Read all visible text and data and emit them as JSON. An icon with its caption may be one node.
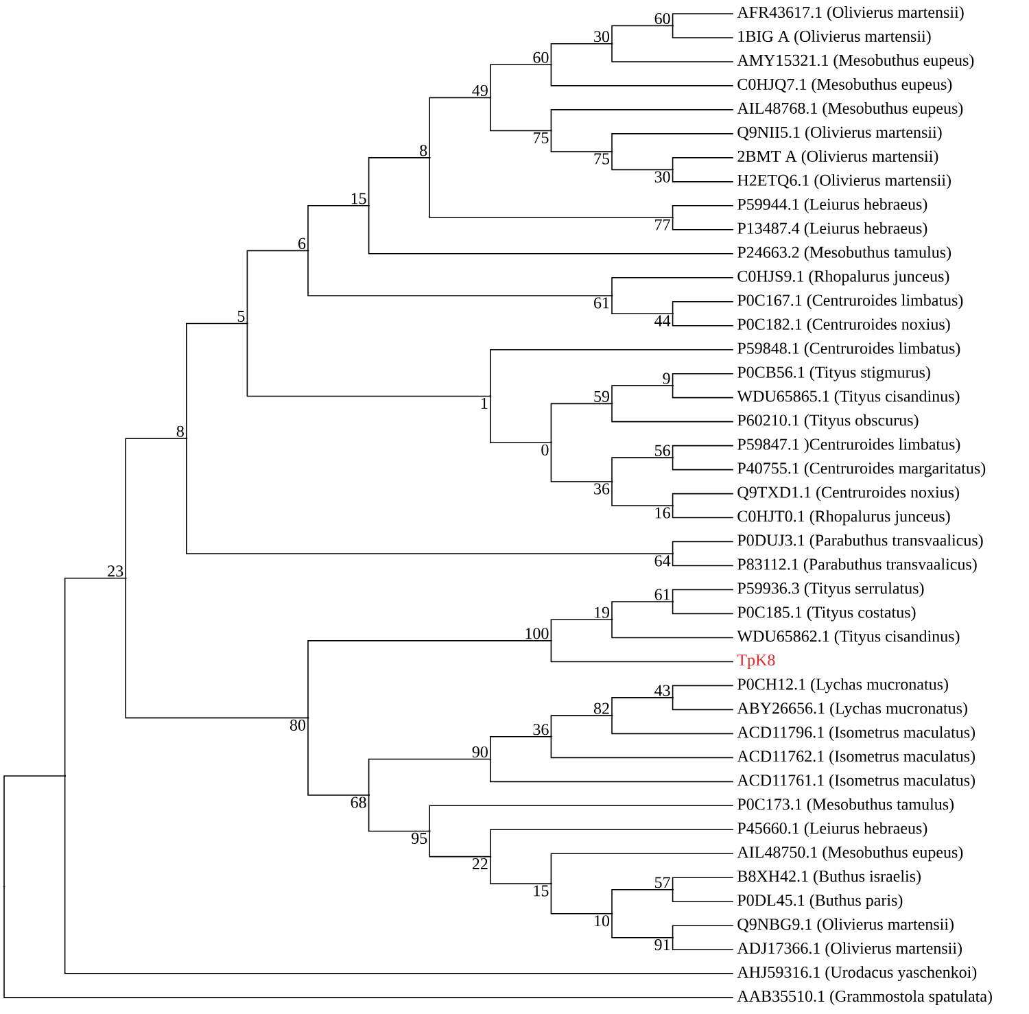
{
  "diagram": {
    "nodes": [
      {
        "text": [],
        "shape": "point"
      },
      {
        "text": [],
        "shape": "point"
      },
      {
        "text": [],
        "shape": "point",
        "beside": [
          "23"
        ]
      },
      {
        "text": [],
        "shape": "point",
        "beside": [
          "8"
        ]
      },
      {
        "text": [],
        "shape": "point",
        "beside": [
          "5"
        ]
      },
      {
        "text": [],
        "shape": "point",
        "beside": [
          "6"
        ]
      },
      {
        "text": [],
        "shape": "point",
        "beside": [
          "15"
        ]
      },
      {
        "text": [],
        "shape": "point",
        "beside": [
          "8"
        ]
      },
      {
        "text": [],
        "shape": "point",
        "beside": [
          "49"
        ]
      },
      {
        "text": [],
        "shape": "point",
        "beside": [
          "60"
        ]
      },
      {
        "text": [],
        "shape": "point",
        "beside": [
          "30"
        ]
      },
      {
        "text": [],
        "shape": "point",
        "beside": [
          "60"
        ]
      },
      {
        "text": [
          "AFR43617.1 (Olivierus martensii)"
        ]
      },
      {
        "text": [
          "1BIG A (Olivierus martensii)"
        ]
      },
      {
        "text": [
          "AMY15321.1 (Mesobuthus eupeus)"
        ]
      },
      {
        "text": [
          "C0HJQ7.1 (Mesobuthus eupeus)"
        ]
      },
      {
        "text": [],
        "shape": "point",
        "beside": [
          "75"
        ]
      },
      {
        "text": [
          "AIL48768.1 (Mesobuthus eupeus)"
        ]
      },
      {
        "text": [],
        "shape": "point",
        "beside": [
          "75"
        ]
      },
      {
        "text": [
          "Q9NII5.1 (Olivierus martensii)"
        ]
      },
      {
        "text": [],
        "shape": "point",
        "beside": [
          "30"
        ]
      },
      {
        "text": [
          "2BMT A (Olivierus martensii)"
        ]
      },
      {
        "text": [
          "H2ETQ6.1 (Olivierus martensii)"
        ]
      },
      {
        "text": [],
        "shape": "point",
        "beside": [
          "77"
        ]
      },
      {
        "text": [
          "P59944.1 (Leiurus hebraeus)"
        ]
      },
      {
        "text": [
          "P13487.4 (Leiurus hebraeus)"
        ]
      },
      {
        "text": [
          "P24663.2 (Mesobuthus tamulus)"
        ]
      },
      {
        "text": [],
        "shape": "point",
        "beside": [
          "61"
        ]
      },
      {
        "text": [
          "C0HJS9.1 (Rhopalurus junceus)"
        ]
      },
      {
        "text": [],
        "shape": "point",
        "beside": [
          "44"
        ]
      },
      {
        "text": [
          "P0C167.1 (Centruroides limbatus)"
        ]
      },
      {
        "text": [
          "P0C182.1 (Centruroides noxius)"
        ]
      },
      {
        "text": [],
        "shape": "point",
        "beside": [
          "1"
        ]
      },
      {
        "text": [
          "P59848.1 (Centruroides limbatus)"
        ]
      },
      {
        "text": [],
        "shape": "point",
        "beside": [
          "0"
        ]
      },
      {
        "text": [],
        "shape": "point",
        "beside": [
          "59"
        ]
      },
      {
        "text": [],
        "shape": "point",
        "beside": [
          "9"
        ]
      },
      {
        "text": [
          "P0CB56.1 (Tityus stigmurus)"
        ]
      },
      {
        "text": [
          "WDU65865.1 (Tityus cisandinus)"
        ]
      },
      {
        "text": [
          "P60210.1 (Tityus obscurus)"
        ]
      },
      {
        "text": [],
        "shape": "point",
        "beside": [
          "36"
        ]
      },
      {
        "text": [],
        "shape": "point",
        "beside": [
          "56"
        ]
      },
      {
        "text": [
          "P59847.1 )Centruroides limbatus)"
        ]
      },
      {
        "text": [
          "P40755.1 (Centruroides margaritatus)"
        ]
      },
      {
        "text": [],
        "shape": "point",
        "beside": [
          "16"
        ]
      },
      {
        "text": [
          "Q9TXD1.1 (Centruroides noxius)"
        ]
      },
      {
        "text": [
          "C0HJT0.1 (Rhopalurus junceus)"
        ]
      },
      {
        "text": [],
        "shape": "point",
        "beside": [
          "64"
        ]
      },
      {
        "text": [
          "P0DUJ3.1 (Parabuthus transvaalicus)"
        ]
      },
      {
        "text": [
          "P83112.1 (Parabuthus transvaalicus)"
        ]
      },
      {
        "text": [],
        "shape": "point",
        "beside": [
          "80"
        ]
      },
      {
        "text": [],
        "shape": "point",
        "beside": [
          "100"
        ]
      },
      {
        "text": [],
        "shape": "point",
        "beside": [
          "19"
        ]
      },
      {
        "text": [],
        "shape": "point",
        "beside": [
          "61"
        ]
      },
      {
        "text": [
          "P59936.3 (Tityus serrulatus)"
        ]
      },
      {
        "text": [
          "P0C185.1 (Tityus costatus)"
        ]
      },
      {
        "text": [
          "WDU65862.1 (Tityus cisandinus)"
        ]
      },
      {
        "text": [
          "TpK8"
        ]
      },
      {
        "text": [],
        "shape": "point",
        "beside": [
          "68"
        ]
      },
      {
        "text": [],
        "shape": "point",
        "beside": [
          "90"
        ]
      },
      {
        "text": [],
        "shape": "point",
        "beside": [
          "36"
        ]
      },
      {
        "text": [],
        "shape": "point",
        "beside": [
          "82"
        ]
      },
      {
        "text": [],
        "shape": "point",
        "beside": [
          "43"
        ]
      },
      {
        "text": [
          "P0CH12.1 (Lychas mucronatus)"
        ]
      },
      {
        "text": [
          "ABY26656.1 (Lychas mucronatus)"
        ]
      },
      {
        "text": [
          "ACD11796.1 (Isometrus maculatus)"
        ]
      },
      {
        "text": [
          "ACD11762.1 (Isometrus maculatus)"
        ]
      },
      {
        "text": [
          "ACD11761.1 (Isometrus maculatus)"
        ]
      },
      {
        "text": [],
        "shape": "point",
        "beside": [
          "95"
        ]
      },
      {
        "text": [
          "P0C173.1 (Mesobuthus tamulus)"
        ]
      },
      {
        "text": [],
        "shape": "point",
        "beside": [
          "22"
        ]
      },
      {
        "text": [
          "P45660.1 (Leiurus hebraeus)"
        ]
      },
      {
        "text": [],
        "shape": "point",
        "beside": [
          "15"
        ]
      },
      {
        "text": [
          "AIL48750.1 (Mesobuthus eupeus)"
        ]
      },
      {
        "text": [],
        "shape": "point",
        "beside": [
          "10"
        ]
      },
      {
        "text": [],
        "shape": "point",
        "beside": [
          "57"
        ]
      },
      {
        "text": [
          "B8XH42.1 (Buthus israelis)"
        ]
      },
      {
        "text": [
          "P0DL45.1 (Buthus paris)"
        ]
      },
      {
        "text": [],
        "shape": "point",
        "beside": [
          "91"
        ]
      },
      {
        "text": [
          "Q9NBG9.1 (Olivierus martensii)"
        ]
      },
      {
        "text": [
          "ADJ17366.1 (Olivierus martensii)"
        ]
      },
      {
        "text": [
          "AHJ59316.1 (Urodacus yaschenkoi)"
        ]
      },
      {
        "text": [
          "AAB35510.1 (Grammostola spatulata)"
        ]
      }
    ],
    "edges": [
      {
        "from": 0,
        "to": 1,
        "arrow": "none"
      },
      {
        "from": 0,
        "to": 82,
        "arrow": "none"
      },
      {
        "from": 1,
        "to": 2,
        "arrow": "none"
      },
      {
        "from": 1,
        "to": 81,
        "arrow": "none"
      },
      {
        "from": 2,
        "to": 3,
        "arrow": "none"
      },
      {
        "from": 2,
        "to": 50,
        "arrow": "none"
      },
      {
        "from": 3,
        "to": 4,
        "arrow": "none"
      },
      {
        "from": 3,
        "to": 47,
        "arrow": "none"
      },
      {
        "from": 4,
        "to": 5,
        "arrow": "none"
      },
      {
        "from": 4,
        "to": 32,
        "arrow": "none"
      },
      {
        "from": 5,
        "to": 6,
        "arrow": "none"
      },
      {
        "from": 5,
        "to": 27,
        "arrow": "none"
      },
      {
        "from": 6,
        "to": 7,
        "arrow": "none"
      },
      {
        "from": 6,
        "to": 26,
        "arrow": "none"
      },
      {
        "from": 7,
        "to": 8,
        "arrow": "none"
      },
      {
        "from": 7,
        "to": 23,
        "arrow": "none"
      },
      {
        "from": 8,
        "to": 9,
        "arrow": "none"
      },
      {
        "from": 8,
        "to": 16,
        "arrow": "none"
      },
      {
        "from": 9,
        "to": 10,
        "arrow": "none"
      },
      {
        "from": 9,
        "to": 15,
        "arrow": "none"
      },
      {
        "from": 10,
        "to": 11,
        "arrow": "none"
      },
      {
        "from": 10,
        "to": 14,
        "arrow": "none"
      },
      {
        "from": 11,
        "to": 12,
        "arrow": "none"
      },
      {
        "from": 11,
        "to": 13,
        "arrow": "none"
      },
      {
        "from": 16,
        "to": 17,
        "arrow": "none"
      },
      {
        "from": 16,
        "to": 18,
        "arrow": "none"
      },
      {
        "from": 18,
        "to": 19,
        "arrow": "none"
      },
      {
        "from": 18,
        "to": 20,
        "arrow": "none"
      },
      {
        "from": 20,
        "to": 21,
        "arrow": "none"
      },
      {
        "from": 20,
        "to": 22,
        "arrow": "none"
      },
      {
        "from": 23,
        "to": 24,
        "arrow": "none"
      },
      {
        "from": 23,
        "to": 25,
        "arrow": "none"
      },
      {
        "from": 27,
        "to": 28,
        "arrow": "none"
      },
      {
        "from": 27,
        "to": 29,
        "arrow": "none"
      },
      {
        "from": 29,
        "to": 30,
        "arrow": "none"
      },
      {
        "from": 29,
        "to": 31,
        "arrow": "none"
      },
      {
        "from": 32,
        "to": 33,
        "arrow": "none"
      },
      {
        "from": 32,
        "to": 34,
        "arrow": "none"
      },
      {
        "from": 34,
        "to": 35,
        "arrow": "none"
      },
      {
        "from": 34,
        "to": 40,
        "arrow": "none"
      },
      {
        "from": 35,
        "to": 36,
        "arrow": "none"
      },
      {
        "from": 35,
        "to": 39,
        "arrow": "none"
      },
      {
        "from": 36,
        "to": 37,
        "arrow": "none"
      },
      {
        "from": 36,
        "to": 38,
        "arrow": "none"
      },
      {
        "from": 40,
        "to": 41,
        "arrow": "none"
      },
      {
        "from": 40,
        "to": 44,
        "arrow": "none"
      },
      {
        "from": 41,
        "to": 42,
        "arrow": "none"
      },
      {
        "from": 41,
        "to": 43,
        "arrow": "none"
      },
      {
        "from": 44,
        "to": 45,
        "arrow": "none"
      },
      {
        "from": 44,
        "to": 46,
        "arrow": "none"
      },
      {
        "from": 47,
        "to": 48,
        "arrow": "none"
      },
      {
        "from": 47,
        "to": 49,
        "arrow": "none"
      },
      {
        "from": 50,
        "to": 51,
        "arrow": "none"
      },
      {
        "from": 50,
        "to": 58,
        "arrow": "none"
      },
      {
        "from": 51,
        "to": 52,
        "arrow": "none"
      },
      {
        "from": 51,
        "to": 57,
        "arrow": "none"
      },
      {
        "from": 52,
        "to": 53,
        "arrow": "none"
      },
      {
        "from": 52,
        "to": 56,
        "arrow": "none"
      },
      {
        "from": 53,
        "to": 54,
        "arrow": "none"
      },
      {
        "from": 53,
        "to": 55,
        "arrow": "none"
      },
      {
        "from": 58,
        "to": 59,
        "arrow": "none"
      },
      {
        "from": 58,
        "to": 68,
        "arrow": "none"
      },
      {
        "from": 59,
        "to": 60,
        "arrow": "none"
      },
      {
        "from": 59,
        "to": 67,
        "arrow": "none"
      },
      {
        "from": 60,
        "to": 61,
        "arrow": "none"
      },
      {
        "from": 60,
        "to": 66,
        "arrow": "none"
      },
      {
        "from": 61,
        "to": 62,
        "arrow": "none"
      },
      {
        "from": 61,
        "to": 65,
        "arrow": "none"
      },
      {
        "from": 62,
        "to": 63,
        "arrow": "none"
      },
      {
        "from": 62,
        "to": 64,
        "arrow": "none"
      },
      {
        "from": 68,
        "to": 69,
        "arrow": "none"
      },
      {
        "from": 68,
        "to": 70,
        "arrow": "none"
      },
      {
        "from": 70,
        "to": 71,
        "arrow": "none"
      },
      {
        "from": 70,
        "to": 72,
        "arrow": "none"
      },
      {
        "from": 72,
        "to": 73,
        "arrow": "none"
      },
      {
        "from": 72,
        "to": 74,
        "arrow": "none"
      },
      {
        "from": 74,
        "to": 75,
        "arrow": "none"
      },
      {
        "from": 74,
        "to": 78,
        "arrow": "none"
      },
      {
        "from": 75,
        "to": 76,
        "arrow": "none"
      },
      {
        "from": 75,
        "to": 77,
        "arrow": "none"
      },
      {
        "from": 78,
        "to": 79,
        "arrow": "none"
      },
      {
        "from": 78,
        "to": 80,
        "arrow": "none"
      }
    ]
  }
}
